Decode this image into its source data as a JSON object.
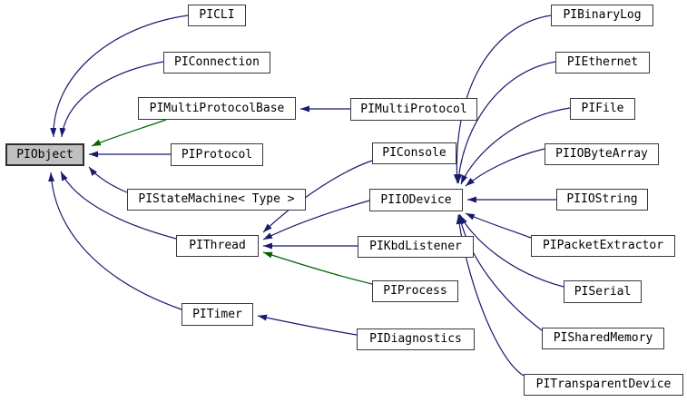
{
  "colors": {
    "edge_public": "#191970",
    "edge_protected": "#006400",
    "node_border": "#38383e",
    "node_fill": "#ffffff",
    "root_fill": "#c0c0c0",
    "text": "#000000",
    "background": "#ffffff"
  },
  "nodes": [
    {
      "id": "PIObject",
      "label": "PIObject",
      "root": true
    },
    {
      "id": "PICLI",
      "label": "PICLI",
      "root": false
    },
    {
      "id": "PIConnection",
      "label": "PIConnection",
      "root": false
    },
    {
      "id": "PIMultiProtocolBase",
      "label": "PIMultiProtocolBase",
      "root": false
    },
    {
      "id": "PIProtocol",
      "label": "PIProtocol",
      "root": false
    },
    {
      "id": "PIStateMachine",
      "label": "PIStateMachine< Type >",
      "root": false
    },
    {
      "id": "PIThread",
      "label": "PIThread",
      "root": false
    },
    {
      "id": "PITimer",
      "label": "PITimer",
      "root": false
    },
    {
      "id": "PIMultiProtocol",
      "label": "PIMultiProtocol",
      "root": false
    },
    {
      "id": "PIConsole",
      "label": "PIConsole",
      "root": false
    },
    {
      "id": "PIIODevice",
      "label": "PIIODevice",
      "root": false
    },
    {
      "id": "PIKbdListener",
      "label": "PIKbdListener",
      "root": false
    },
    {
      "id": "PIProcess",
      "label": "PIProcess",
      "root": false
    },
    {
      "id": "PIDiagnostics",
      "label": "PIDiagnostics",
      "root": false
    },
    {
      "id": "PIBinaryLog",
      "label": "PIBinaryLog",
      "root": false
    },
    {
      "id": "PIEthernet",
      "label": "PIEthernet",
      "root": false
    },
    {
      "id": "PIFile",
      "label": "PIFile",
      "root": false
    },
    {
      "id": "PIIOByteArray",
      "label": "PIIOByteArray",
      "root": false
    },
    {
      "id": "PIIOString",
      "label": "PIIOString",
      "root": false
    },
    {
      "id": "PIPacketExtractor",
      "label": "PIPacketExtractor",
      "root": false
    },
    {
      "id": "PISerial",
      "label": "PISerial",
      "root": false
    },
    {
      "id": "PISharedMemory",
      "label": "PISharedMemory",
      "root": false
    },
    {
      "id": "PITransparentDevice",
      "label": "PITransparentDevice",
      "root": false
    }
  ],
  "edges": [
    {
      "from": "PICLI",
      "to": "PIObject",
      "relation": "public"
    },
    {
      "from": "PIConnection",
      "to": "PIObject",
      "relation": "public"
    },
    {
      "from": "PIMultiProtocolBase",
      "to": "PIObject",
      "relation": "protected"
    },
    {
      "from": "PIProtocol",
      "to": "PIObject",
      "relation": "public"
    },
    {
      "from": "PIStateMachine< Type >",
      "to": "PIObject",
      "relation": "public"
    },
    {
      "from": "PIThread",
      "to": "PIObject",
      "relation": "public"
    },
    {
      "from": "PITimer",
      "to": "PIObject",
      "relation": "public"
    },
    {
      "from": "PIMultiProtocol",
      "to": "PIMultiProtocolBase",
      "relation": "public"
    },
    {
      "from": "PIConsole",
      "to": "PIThread",
      "relation": "public"
    },
    {
      "from": "PIIODevice",
      "to": "PIThread",
      "relation": "public"
    },
    {
      "from": "PIKbdListener",
      "to": "PIThread",
      "relation": "public"
    },
    {
      "from": "PIProcess",
      "to": "PIThread",
      "relation": "protected"
    },
    {
      "from": "PIDiagnostics",
      "to": "PITimer",
      "relation": "public"
    },
    {
      "from": "PIBinaryLog",
      "to": "PIIODevice",
      "relation": "public"
    },
    {
      "from": "PIEthernet",
      "to": "PIIODevice",
      "relation": "public"
    },
    {
      "from": "PIFile",
      "to": "PIIODevice",
      "relation": "public"
    },
    {
      "from": "PIIOByteArray",
      "to": "PIIODevice",
      "relation": "public"
    },
    {
      "from": "PIIOString",
      "to": "PIIODevice",
      "relation": "public"
    },
    {
      "from": "PIPacketExtractor",
      "to": "PIIODevice",
      "relation": "public"
    },
    {
      "from": "PISerial",
      "to": "PIIODevice",
      "relation": "public"
    },
    {
      "from": "PISharedMemory",
      "to": "PIIODevice",
      "relation": "public"
    },
    {
      "from": "PITransparentDevice",
      "to": "PIIODevice",
      "relation": "public"
    }
  ]
}
